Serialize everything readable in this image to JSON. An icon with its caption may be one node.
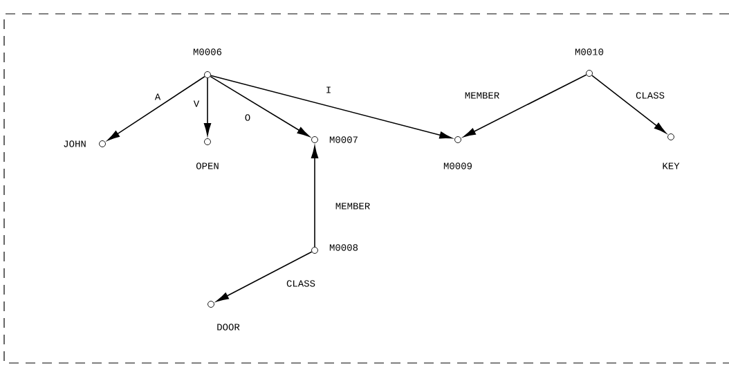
{
  "diagram": {
    "nodes": [
      {
        "text": [
          "M0006"
        ]
      },
      {
        "text": [
          "JOHN"
        ]
      },
      {
        "text": [
          "OPEN"
        ]
      },
      {
        "text": [
          "M0007"
        ]
      },
      {
        "text": [
          "M0008"
        ]
      },
      {
        "text": [
          "DOOR"
        ]
      },
      {
        "text": [
          "M0009"
        ]
      },
      {
        "text": [
          "M0010"
        ]
      },
      {
        "text": [
          "KEY"
        ]
      }
    ],
    "edges": [
      {
        "from": 0,
        "to": 1,
        "arrow": "to",
        "label": "A"
      },
      {
        "from": 0,
        "to": 2,
        "arrow": "to",
        "label": "V"
      },
      {
        "from": 0,
        "to": 3,
        "arrow": "to",
        "label": "O"
      },
      {
        "from": 0,
        "to": 6,
        "arrow": "to",
        "label": "I"
      },
      {
        "from": 4,
        "to": 3,
        "arrow": "to",
        "label": "MEMBER"
      },
      {
        "from": 4,
        "to": 5,
        "arrow": "to",
        "label": "CLASS"
      },
      {
        "from": 7,
        "to": 6,
        "arrow": "to",
        "label": "MEMBER"
      },
      {
        "from": 7,
        "to": 8,
        "arrow": "to",
        "label": "CLASS"
      }
    ]
  }
}
